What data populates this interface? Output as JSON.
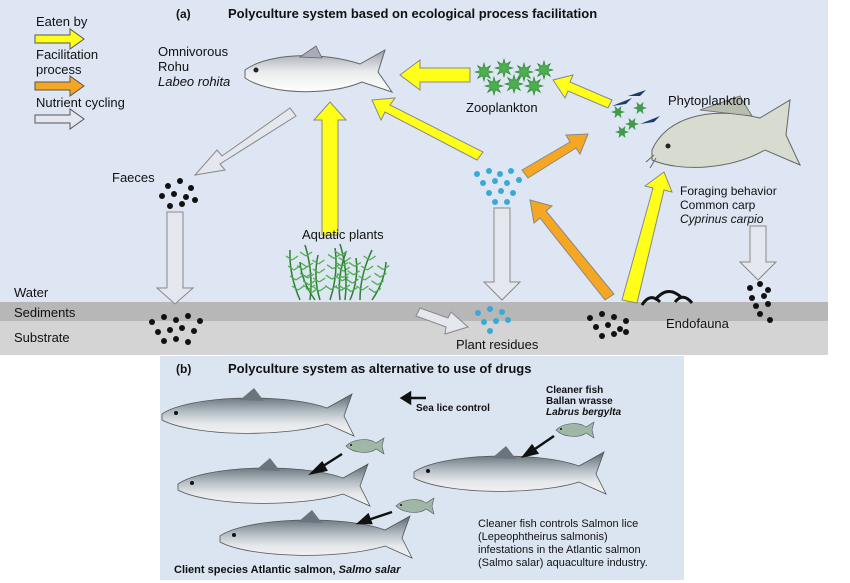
{
  "panel_a": {
    "label": "(a)",
    "title": "Polyculture system based on ecological process facilitation",
    "legend": {
      "eaten_by": "Eaten by",
      "facilitation_1": "Facilitation",
      "facilitation_2": "process",
      "nutrient_cycling": "Nutrient cycling"
    },
    "rohu": {
      "line1": "Omnivorous",
      "line2": "Rohu",
      "line3": "Labeo rohita"
    },
    "zooplankton": "Zooplankton",
    "phytoplankton": "Phytoplankton",
    "faeces": "Faeces",
    "aquatic_plants": "Aquatic plants",
    "carp": {
      "line1": "Foraging behavior",
      "line2": "Common carp",
      "line3": "Cyprinus carpio"
    },
    "water": "Water",
    "sediments": "Sediments",
    "substrate": "Substrate",
    "plant_residues": "Plant residues",
    "endofauna": "Endofauna"
  },
  "panel_b": {
    "label": "(b)",
    "title": "Polyculture system as alternative to use of drugs",
    "sea_lice": "Sea lice control",
    "cleaner": {
      "line1": "Cleaner fish",
      "line2": "Ballan wrasse",
      "line3": "Labrus bergylta"
    },
    "note": {
      "line1": "Cleaner fish controls Salmon lice",
      "line2": "(Lepeophtheirus salmonis)",
      "line3": "infestations in the Atlantic salmon",
      "line4": "(Salmo salar) aquaculture industry."
    },
    "client_prefix": "Client species Atlantic salmon,",
    "client_species": "Salmo salar"
  },
  "colors": {
    "eaten_by": "#ffff1a",
    "facilitation": "#f5a623",
    "nutrient": "#e4e8ee",
    "sediment": "#b7b7b7",
    "substrate": "#d4d4d4",
    "dot_blue": "#3aa9d8",
    "plankton_green": "#4caf50"
  }
}
